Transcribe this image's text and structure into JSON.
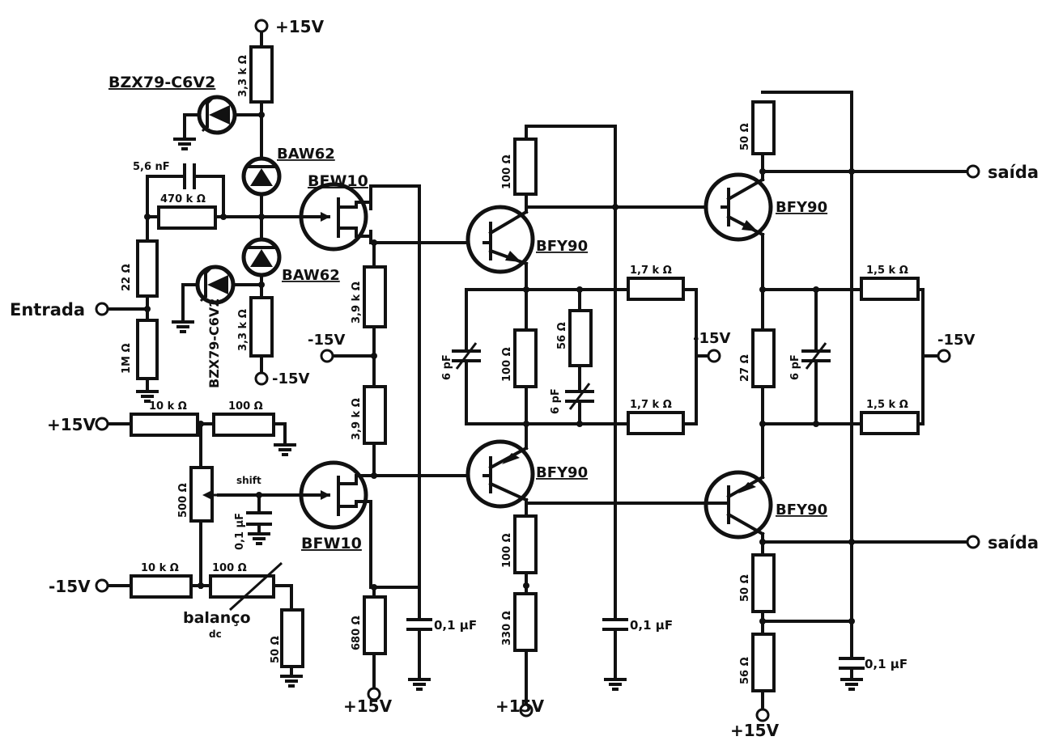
{
  "supplies": {
    "plus_top": "+15V",
    "minus_15v_a": "-15V",
    "minus_15v_b": "-15V",
    "minus_15v_c": "-15V",
    "minus_15v_d": "-15V",
    "plus_left": "+15V",
    "minus_left": "-15V",
    "plus_bot1": "+15V",
    "plus_bot2": "+15V",
    "plus_bot3": "+15V"
  },
  "io": {
    "input": "Entrada",
    "output_top": "saída",
    "output_bottom": "saída"
  },
  "parts": {
    "zener_top": "BZX79-C6V2",
    "zener_mid": "BZX79-C6V2",
    "diode_top": "BAW62",
    "diode_bot": "BAW62",
    "fet_top": "BFW10",
    "fet_bot": "BFW10",
    "bjt1": "BFY90",
    "bjt2": "BFY90",
    "bjt3": "BFY90",
    "bjt4": "BFY90"
  },
  "values": {
    "r_3k3_top": "3,3 k Ω",
    "r_3k3_bot": "3,3 k Ω",
    "c_5n6": "5,6 nF",
    "r_470k": "470 k Ω",
    "r_22": "22 Ω",
    "r_1m": "1M Ω",
    "r_10k_a": "10 k Ω",
    "r_100_a": "100 Ω",
    "trim_500": "500 Ω",
    "shift_label": "shift",
    "c_01_shift": "0,1 µF",
    "r_10k_b": "10 k Ω",
    "r_100_b": "100 Ω",
    "balance_label": "balanço",
    "balance_sub": "dc",
    "r_50_left": "50 Ω",
    "r_3k9_a": "3,9 k Ω",
    "r_3k9_b": "3,9 k Ω",
    "r_680": "680 Ω",
    "c_01_a": "0,1 µF",
    "r_100_c1": "100 Ω",
    "c_6p_a": "6 pF",
    "r_100_mid": "100 Ω",
    "r_56_a": "56 Ω",
    "c_6p_b": "6 pF",
    "r_1k7_a": "1,7 k Ω",
    "r_1k7_b": "1,7 k Ω",
    "r_100_e2": "100 Ω",
    "r_330": "330 Ω",
    "c_01_b": "0,1 µF",
    "r_50_top": "50 Ω",
    "r_27": "27 Ω",
    "c_6p_c": "6 pF",
    "r_1k5_a": "1,5 k Ω",
    "r_1k5_b": "1,5 k Ω",
    "r_50_bot": "50 Ω",
    "r_56_b": "56 Ω",
    "c_01_c": "0,1 µF"
  }
}
